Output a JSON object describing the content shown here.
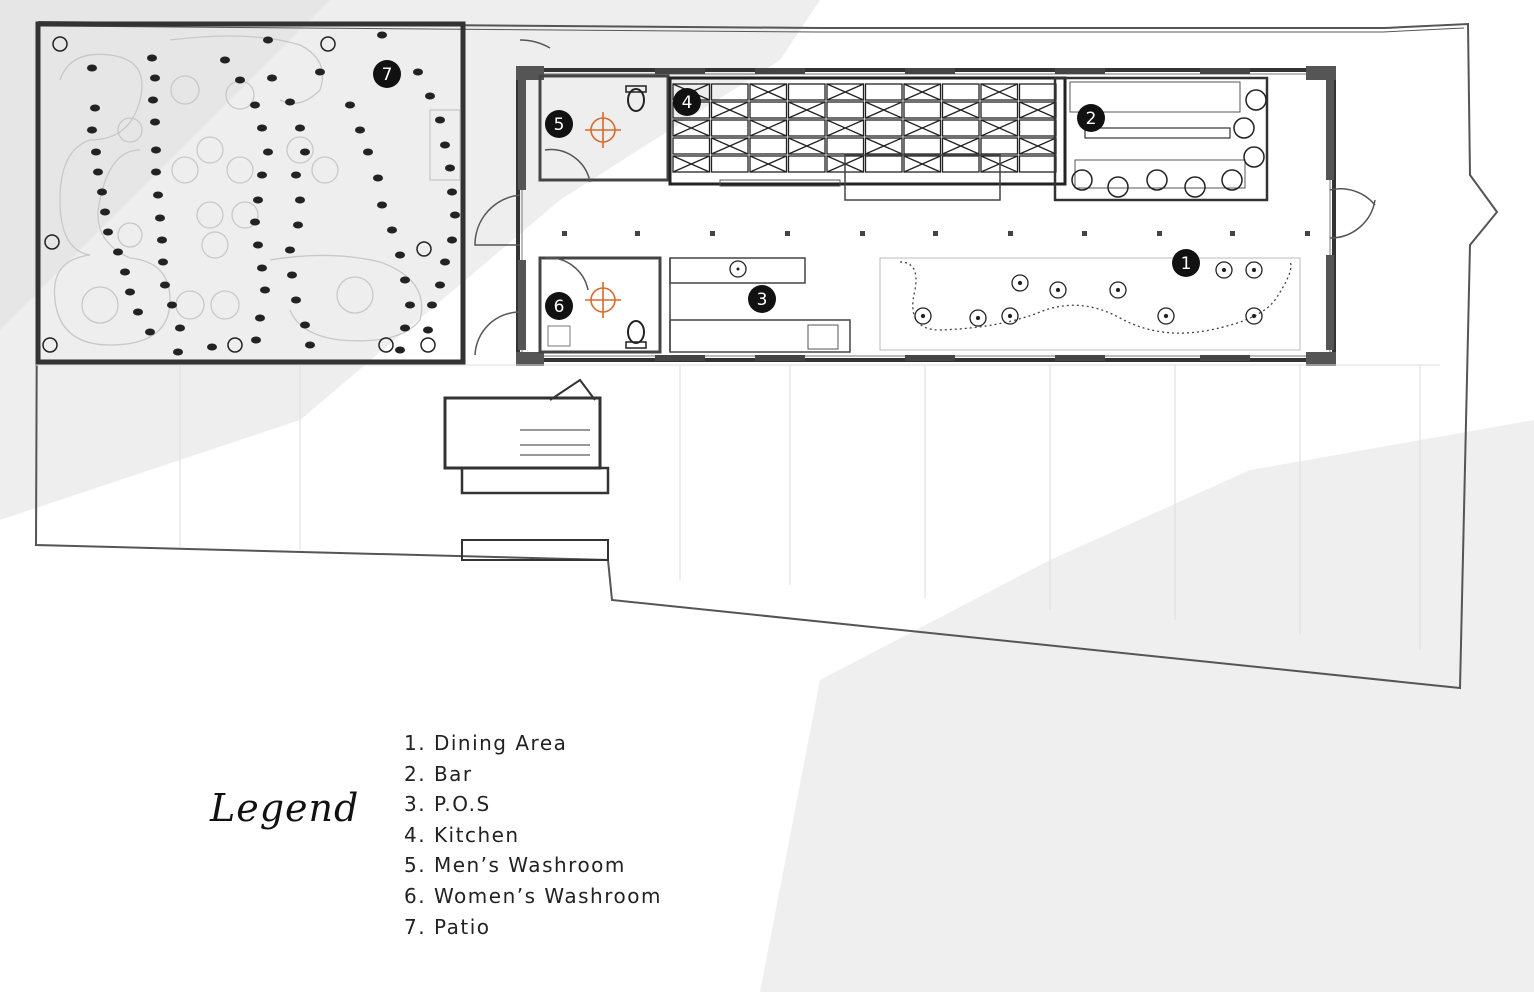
{
  "legend": {
    "title": "Legend",
    "items": [
      "1. Dining Area",
      "2. Bar",
      "3. P.O.S",
      "4. Kitchen",
      "5. Men’s Washroom",
      "6. Women’s Washroom",
      "7. Patio"
    ]
  },
  "markers": [
    "1",
    "2",
    "3",
    "4",
    "5",
    "6",
    "7"
  ],
  "colors": {
    "wall": "#333333",
    "line": "#888888",
    "accent": "#d96a2a",
    "background_wash": "#ececec"
  }
}
